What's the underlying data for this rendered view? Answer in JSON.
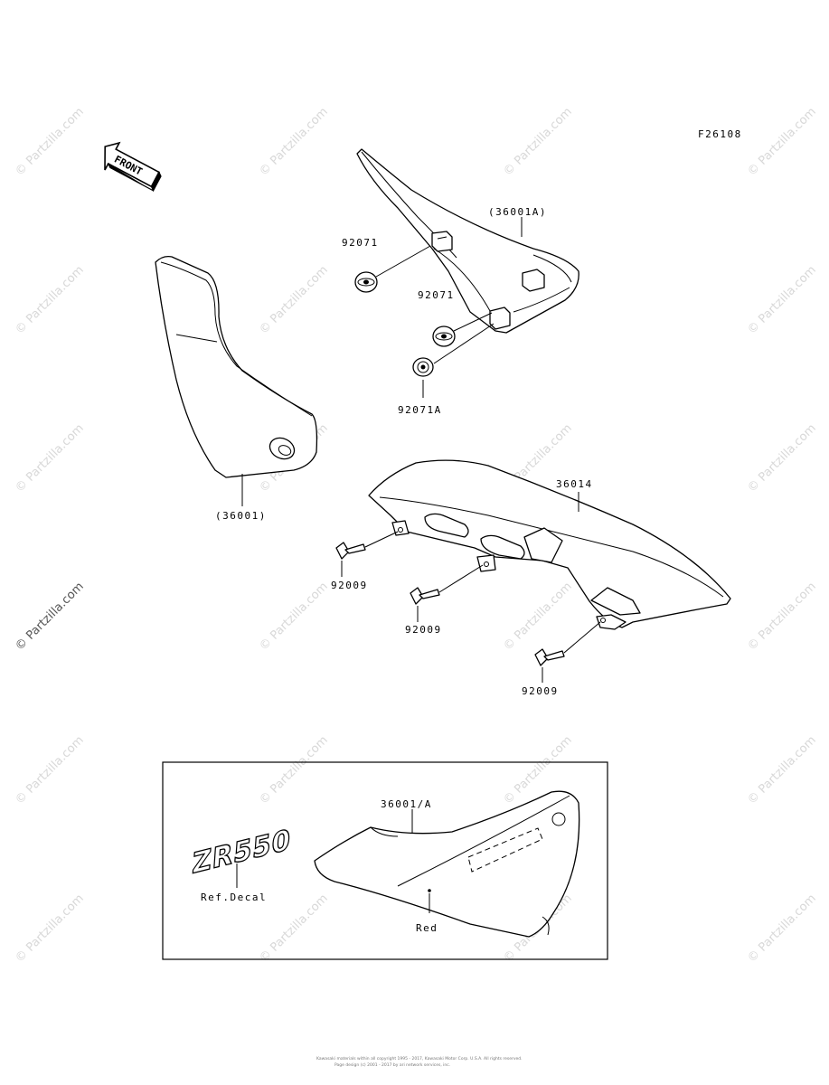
{
  "figure_code": "F26108",
  "front_indicator": "FRONT",
  "callouts": {
    "c_36001A": "(36001A)",
    "c_92071_top": "92071",
    "c_92071_mid": "92071",
    "c_92071A": "92071A",
    "c_36001": "(36001)",
    "c_36014": "36014",
    "c_92009_left": "92009",
    "c_92009_mid": "92009",
    "c_92009_right": "92009",
    "c_36001_A": "36001/A",
    "c_ref_decal": "Ref.Decal",
    "c_red": "Red"
  },
  "decal_text": "ZR550",
  "watermark": "© Partzilla.com",
  "footer": {
    "line1": "Kawasaki materials within all copyright 1995 - 2017, Kawasaki Motor Corp. U.S.A. All rights reserved.",
    "line2": "Page design (c) 2001 - 2017 by ari network services, inc."
  }
}
